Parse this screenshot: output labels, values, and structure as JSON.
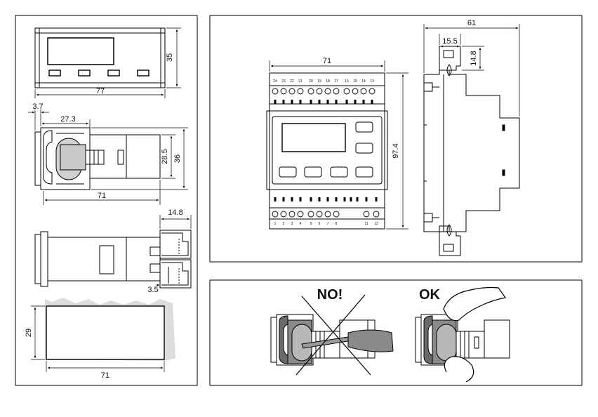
{
  "panel_front": {
    "width": "77",
    "height": "35"
  },
  "panel_side": {
    "flange": "3.7",
    "to_clip": "27.3",
    "inner_height": "28.5",
    "outer_height": "36",
    "length": "71"
  },
  "panel_top": {
    "terminal_depth": "14.8",
    "offset": "3.5"
  },
  "panel_cutout": {
    "height": "29",
    "width": "71"
  },
  "din_front": {
    "width": "71",
    "height": "97.4",
    "top_terminals": [
      "24",
      "23",
      "22",
      "21",
      "20",
      "19",
      "18",
      "17",
      "16",
      "15",
      "14",
      "13"
    ],
    "bottom_terminals": [
      "1",
      "2",
      "3",
      "4",
      "5",
      "6",
      "7",
      "8",
      "11",
      "12"
    ]
  },
  "din_side": {
    "depth": "61",
    "terminal_offset": "15.5",
    "terminal_height": "14.8"
  },
  "connector_note": {
    "wrong_label": "NO!",
    "right_label": "OK"
  }
}
